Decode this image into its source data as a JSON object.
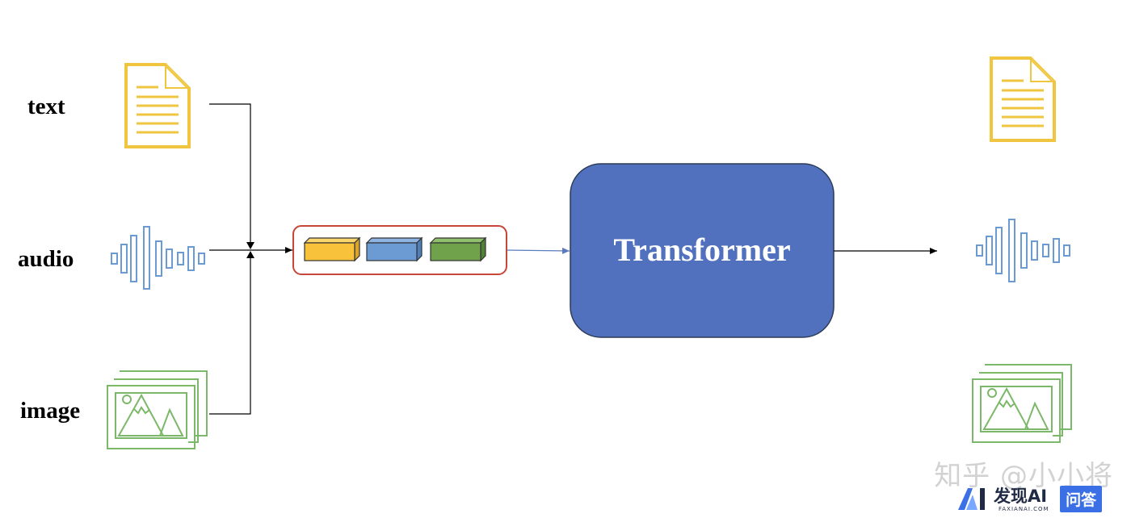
{
  "inputs": {
    "text_label": "text",
    "audio_label": "audio",
    "image_label": "image"
  },
  "model": {
    "label": "Transformer",
    "fill_color": "#5171be",
    "border_color": "#2b3a55"
  },
  "tokens": {
    "colors": [
      "#f8c33b",
      "#6b9bd2",
      "#6fa24b"
    ],
    "container_border": "#c8453a"
  },
  "outputs": {
    "icons": [
      "document-icon",
      "audio-waveform-icon",
      "image-gallery-icon"
    ]
  },
  "colors": {
    "document": "#f0c640",
    "audio": "#6b9bd2",
    "image": "#7cb86a"
  },
  "watermark": {
    "text": "知乎 @小小将"
  },
  "badge": {
    "brand": "发现AI",
    "subtext": "FAXIANAI.COM",
    "tag": "问答"
  }
}
